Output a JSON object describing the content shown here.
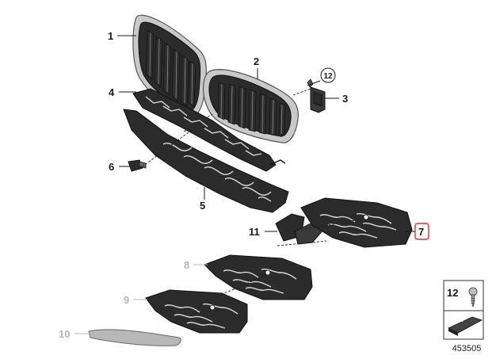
{
  "callouts": {
    "c1": "1",
    "c2": "2",
    "c3": "3",
    "c4": "4",
    "c5": "5",
    "c6": "6",
    "c7": "7",
    "c8": "8",
    "c9": "9",
    "c10": "10",
    "c11": "11",
    "c12": "12"
  },
  "highlight_color": "#d9342b",
  "legend": {
    "item_number": "12"
  },
  "diagram_number": "453505"
}
